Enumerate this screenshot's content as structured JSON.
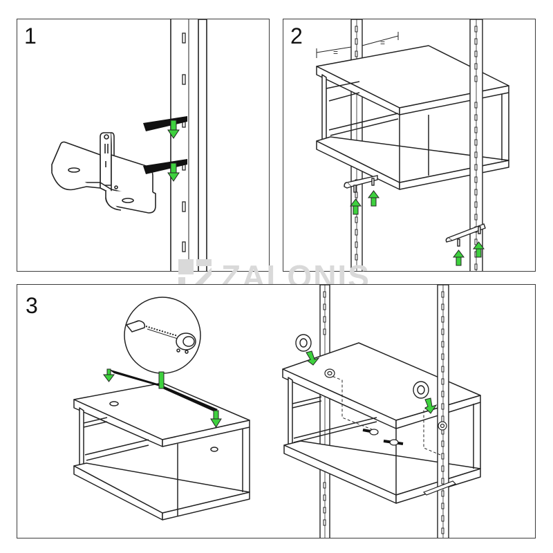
{
  "steps": {
    "step1": {
      "number": "1"
    },
    "step2": {
      "number": "2",
      "spacing_labels": [
        "=",
        "="
      ]
    },
    "step3": {
      "number": "3"
    }
  },
  "watermark": {
    "brand": "ZALONIS"
  },
  "colors": {
    "arrow": "#3ed13e",
    "line": "#222222",
    "fill": "#ffffff",
    "block": "#111111",
    "watermark": "#d9d9d9"
  },
  "icons": [
    "down-arrow-icon",
    "up-arrow-icon",
    "zalonis-logo-icon"
  ]
}
